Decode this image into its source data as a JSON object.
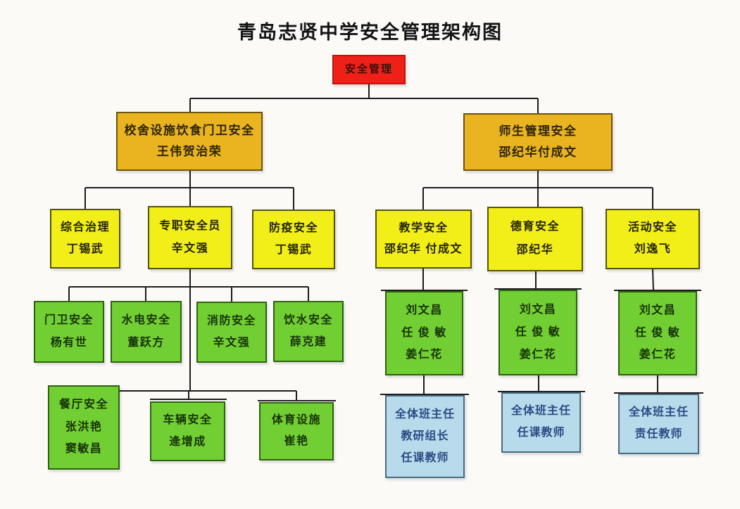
{
  "title": "青岛志贤中学安全管理架构图",
  "colors": {
    "root_fill": "#ee2018",
    "branch_fill": "#e9b420",
    "dept_fill": "#f2ee18",
    "team_fill": "#72cf33",
    "exec_fill": "#b7dbea",
    "exec_text": "#2c4c86",
    "line": "#1c1c1c"
  },
  "nodes": {
    "root": {
      "lines": [
        "安全管理"
      ]
    },
    "facilities": {
      "lines": [
        "校舍设施饮食门卫安全",
        "王伟贺治荣"
      ]
    },
    "staff": {
      "lines": [
        "师生管理安全",
        "邵纪华付成文"
      ]
    },
    "zonghe": {
      "lines": [
        "综合治理",
        "丁锡武"
      ]
    },
    "zhuanzhi": {
      "lines": [
        "专职安全员",
        "辛文强"
      ]
    },
    "fangyi": {
      "lines": [
        "防疫安全",
        "丁锡武"
      ]
    },
    "jiaoxue": {
      "lines": [
        "教学安全",
        "邵纪华  付成文"
      ]
    },
    "deyu": {
      "lines": [
        "德育安全",
        "邵纪华"
      ]
    },
    "huodong": {
      "lines": [
        "活动安全",
        "刘逸飞"
      ]
    },
    "menwei": {
      "lines": [
        "门卫安全",
        "杨有世"
      ]
    },
    "shuidian": {
      "lines": [
        "水电安全",
        "董跃方"
      ]
    },
    "xiaofang": {
      "lines": [
        "消防安全",
        "辛文强"
      ]
    },
    "yinshui": {
      "lines": [
        "饮水安全",
        "薛克建"
      ]
    },
    "canting": {
      "lines": [
        "餐厅安全",
        "张洪艳",
        "窦敏昌"
      ]
    },
    "cheliang": {
      "lines": [
        "车辆安全",
        "逄增成"
      ]
    },
    "tiyu": {
      "lines": [
        "体育设施",
        "崔艳"
      ]
    },
    "team1": {
      "lines": [
        "刘文昌",
        "任 俊 敏",
        "姜仁花"
      ]
    },
    "team2": {
      "lines": [
        "刘文昌",
        "任 俊 敏",
        "姜仁花"
      ]
    },
    "team3": {
      "lines": [
        "刘文昌",
        "任 俊 敏",
        "姜仁花"
      ]
    },
    "exec1": {
      "lines": [
        "全体班主任",
        "教研组长",
        "任课教师"
      ]
    },
    "exec2": {
      "lines": [
        "全体班主任",
        "任课教师"
      ]
    },
    "exec3": {
      "lines": [
        "全体班主任",
        "责任教师"
      ]
    }
  }
}
